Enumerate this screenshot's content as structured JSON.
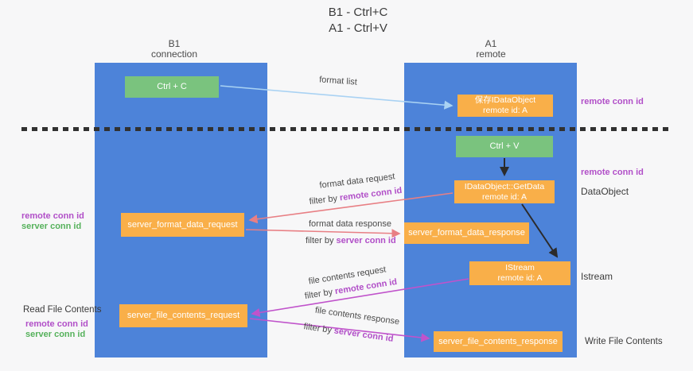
{
  "title": {
    "line1": "B1 - Ctrl+C",
    "line2": "A1 - Ctrl+V"
  },
  "columns": {
    "left": {
      "name": "B1",
      "role": "connection"
    },
    "right": {
      "name": "A1",
      "role": "remote"
    }
  },
  "boxes": {
    "ctrl_c": {
      "label": "Ctrl + C"
    },
    "save_idataobject": {
      "line1": "保存IDataObject",
      "line2": "remote id: A"
    },
    "ctrl_v": {
      "label": "Ctrl + V"
    },
    "idataobject_getdata": {
      "line1": "IDataObject::GetData",
      "line2": "remote id: A"
    },
    "server_format_data_request": {
      "label": "server_format_data_request"
    },
    "server_format_data_response": {
      "label": "server_format_data_response"
    },
    "istream": {
      "line1": "IStream",
      "line2": "remote id: A"
    },
    "server_file_contents_request": {
      "label": "server_file_contents_request"
    },
    "server_file_contents_response": {
      "label": "server_file_contents_response"
    }
  },
  "labels": {
    "format_list": "format list",
    "format_data_request": "format data request",
    "format_data_response": "format data response",
    "file_contents_request": "file contents request",
    "file_contents_response": "file contents response",
    "filter_by": "filter by ",
    "remote_conn_id": "remote conn id",
    "server_conn_id": "server conn id",
    "dataobject": "DataObject",
    "istream": "Istream",
    "read_file_contents": "Read File Contents",
    "write_file_contents": "Write File Contents"
  },
  "colors": {
    "column_blue": "#4d83d9",
    "box_green": "#7ac37e",
    "box_orange": "#f9af49",
    "arrow_lightblue": "#a9d2f3",
    "arrow_salmon": "#e87f84",
    "arrow_magenta": "#c053cb",
    "arrow_black": "#2b2b2b",
    "conn_id_purple": "#b14fc8",
    "conn_id_green": "#55b15b",
    "dashed_line": "#313131"
  }
}
